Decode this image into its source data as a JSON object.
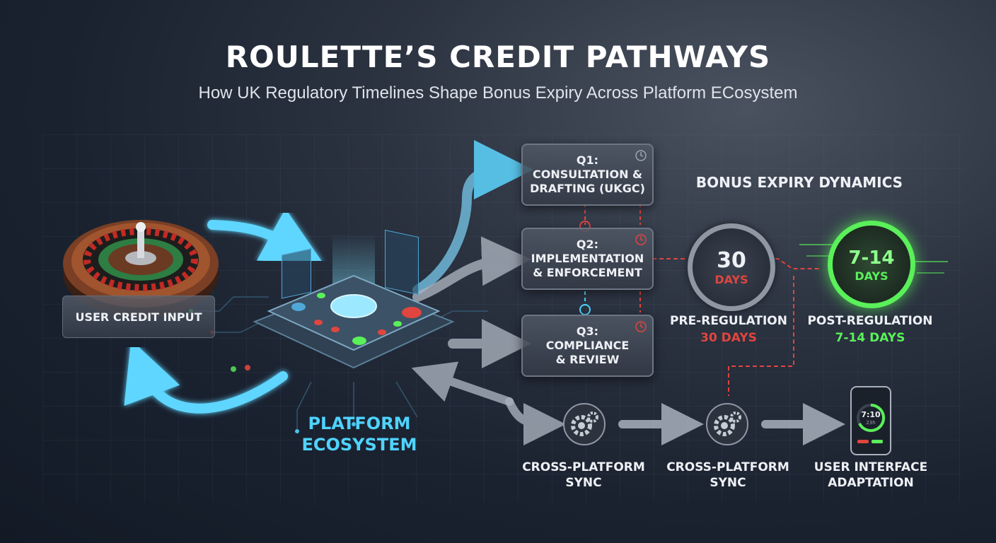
{
  "header": {
    "title": "ROULETTE’S CREDIT PATHWAYS",
    "subtitle": "How UK Regulatory Timelines Shape Bonus Expiry Across Platform ECosystem"
  },
  "input_node": {
    "label": "USER CREDIT INPUT"
  },
  "hub_node": {
    "label_line1": "PLATFORM",
    "label_line2": "ECOSYSTEM"
  },
  "stages": [
    {
      "line1": "Q1:",
      "line2": "CONSULTATION &",
      "line3": "DRAFTING (UKGC)"
    },
    {
      "line1": "Q2:",
      "line2": "IMPLEMENTATION",
      "line3": "& ENFORCEMENT"
    },
    {
      "line1": "Q3:",
      "line2": "COMPLIANCE",
      "line3": "& REVIEW"
    }
  ],
  "bonus": {
    "heading": "BONUS EXPIRY DYNAMICS",
    "pre": {
      "value": "30",
      "unit": "DAYS",
      "label": "PRE-REGULATION",
      "sub": "30 DAYS"
    },
    "post": {
      "value": "7-14",
      "unit": "DAYS",
      "label": "POST-REGULATION",
      "sub": "7-14 DAYS"
    }
  },
  "flow": [
    {
      "line1": "CROSS-PLATFORM",
      "line2": "SYNC",
      "icon": "gear-icon"
    },
    {
      "line1": "CROSS-PLATFORM",
      "line2": "SYNC",
      "icon": "gear-icon"
    },
    {
      "line1": "USER INTERFACE",
      "line2": "ADAPTATION",
      "icon": "smartphone-icon"
    }
  ],
  "phone_screen": {
    "time": "7:10",
    "small": "23h"
  },
  "colors": {
    "cyan": "#4fd3ff",
    "red": "#e0453f",
    "green": "#5af05a",
    "box": "#4a5262"
  }
}
